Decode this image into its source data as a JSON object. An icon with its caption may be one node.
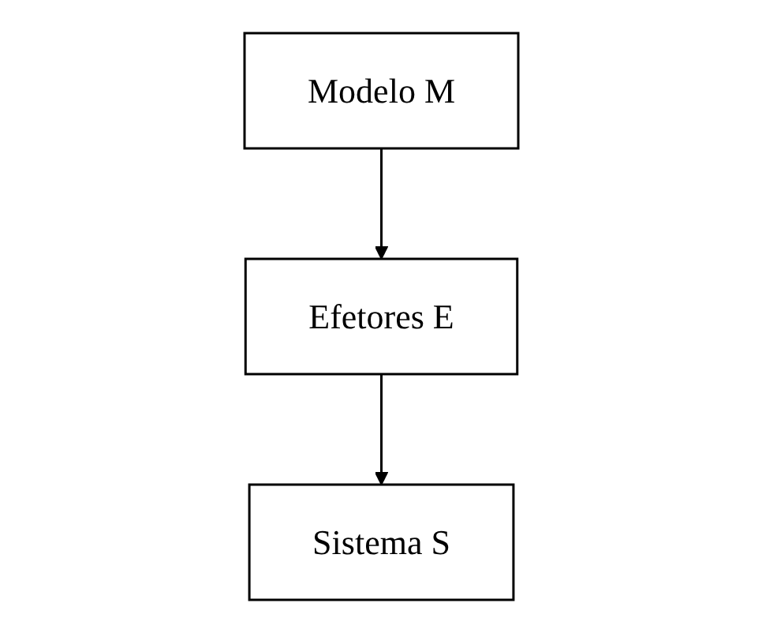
{
  "diagram": {
    "nodes": [
      {
        "text": [
          "Modelo M"
        ]
      },
      {
        "text": [
          "Efetores E"
        ]
      },
      {
        "text": [
          "Sistema S"
        ]
      }
    ],
    "edges": [
      {
        "from": 0,
        "to": 1,
        "arrow": "to"
      },
      {
        "from": 1,
        "to": 2,
        "arrow": "to"
      }
    ]
  }
}
